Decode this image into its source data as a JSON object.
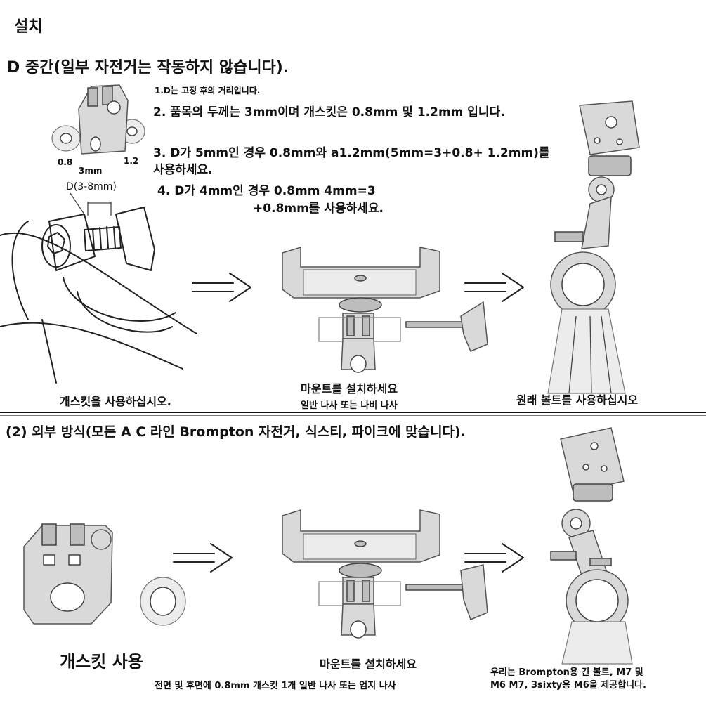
{
  "title": "설치",
  "section1": {
    "heading": "D 중간(일부 자전거는 작동하지 않습니다).",
    "notes": [
      "1.D는 고정 후의 거리입니다.",
      "2. 품목의 두께는 3mm이며 개스킷은 0.8mm 및 1.2mm 입니다.",
      "3. D가 5mm인 경우 0.8mm와 a1.2mm(5mm=3+0.8+ 1.2mm)를 사용하세요.",
      "4. D가 4mm인 경우 0.8mm 4mm=3",
      "+0.8mm를 사용하세요."
    ],
    "part_labels": {
      "left": "0.8",
      "middle": "3mm",
      "right": "1.2"
    },
    "d_label": "D(3-8mm)",
    "captions": {
      "left": "개스킷을 사용하십시오.",
      "middle": "마운트를 설치하세요",
      "middle_sub": "일반 나사 또는 나비 나사",
      "right": "원래 볼트를 사용하십시오"
    }
  },
  "section2": {
    "heading": "(2) 외부 방식(모든 A C 라인 Brompton 자전거, 식스티, 파이크에 맞습니다).",
    "captions": {
      "left": "개스킷 사용",
      "left_sub": "전면 및 후면에 0.8mm 개스킷 1개 일반 나사 또는 엄지 나사",
      "middle": "마운트를 설치하세요",
      "right_line1": "우리는 Brompton용 긴 볼트, M7 및",
      "right_line2": "M6 M7, 3sixty용 M6을 제공합니다."
    }
  }
}
